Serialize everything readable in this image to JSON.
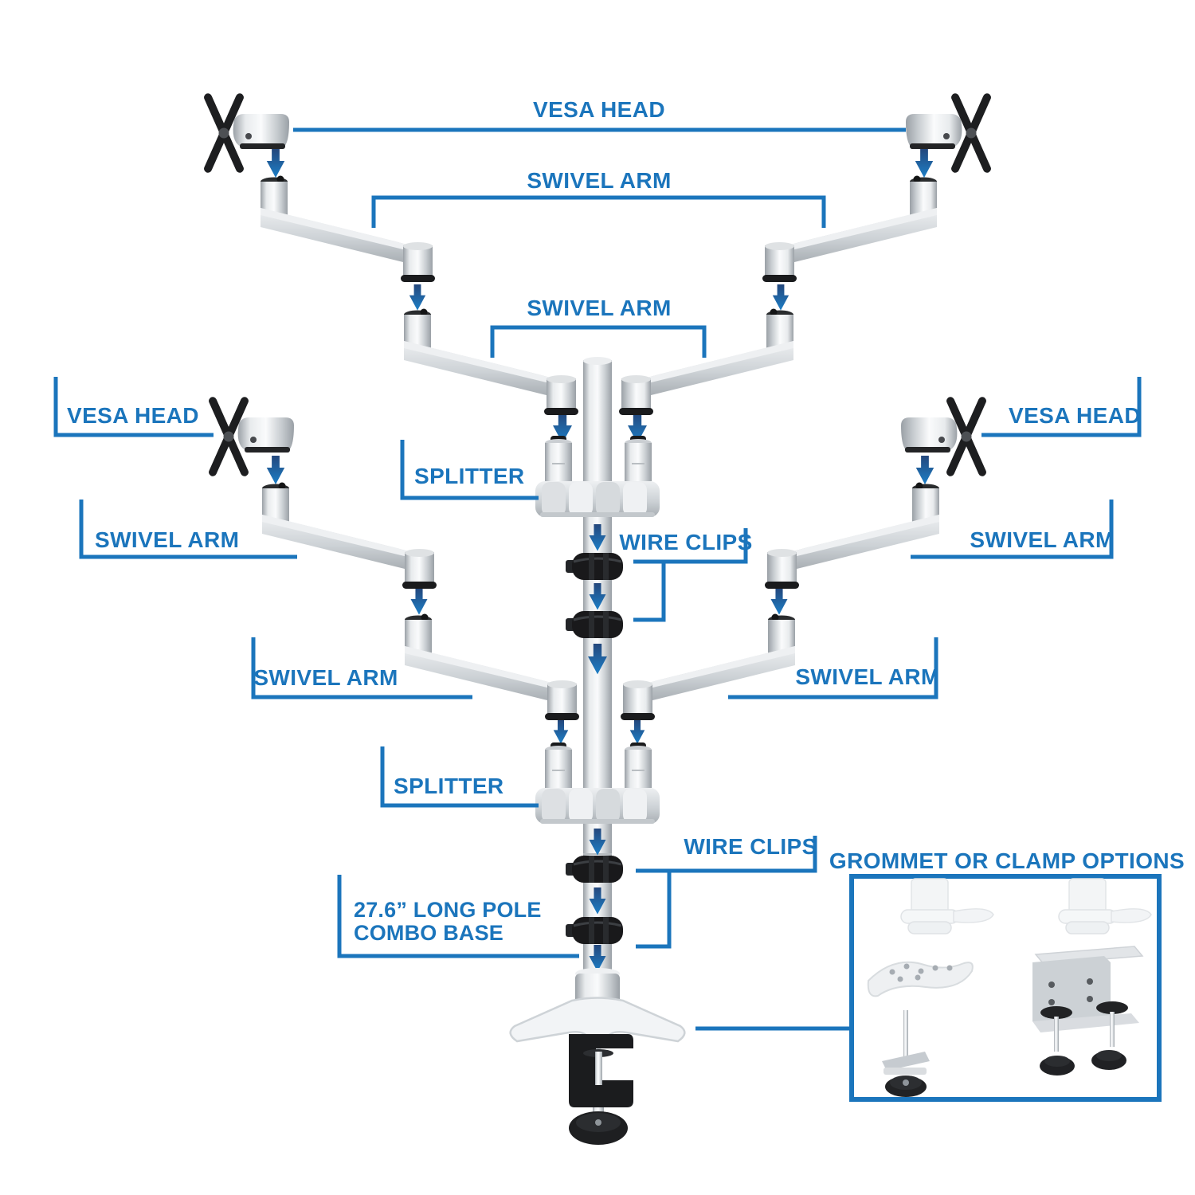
{
  "title": "Monitor mount exploded parts diagram",
  "colors": {
    "accent": "#1b75bc",
    "arrow_dark": "#24477c",
    "arrow_light": "#1d7fc7",
    "metal_light": "#f5f6f7",
    "metal_dark": "#9aa0a6",
    "black_part": "#1a1b1d"
  },
  "icons": {
    "down_arrow": "▼"
  },
  "labels": {
    "vesa_head_top": "VESA HEAD",
    "swivel_arm_upper": "SWIVEL ARM",
    "swivel_arm_inner": "SWIVEL ARM",
    "vesa_head_left": "VESA HEAD",
    "vesa_head_right": "VESA HEAD",
    "splitter_upper": "SPLITTER",
    "wire_clips_upper": "WIRE CLIPS",
    "swivel_arm_mid_left": "SWIVEL ARM",
    "swivel_arm_mid_right": "SWIVEL ARM",
    "swivel_arm_lower_left": "SWIVEL ARM",
    "swivel_arm_lower_right": "SWIVEL ARM",
    "splitter_lower": "SPLITTER",
    "wire_clips_lower": "WIRE CLIPS",
    "pole_base_line1": "27.6” LONG POLE",
    "pole_base_line2": "COMBO BASE",
    "options_title": "GROMMET OR CLAMP OPTIONS"
  }
}
